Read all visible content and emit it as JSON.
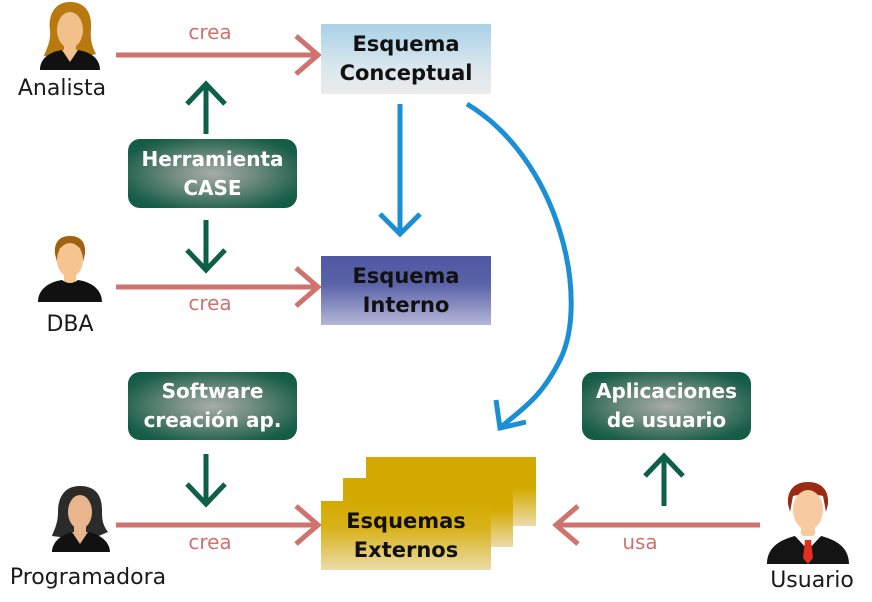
{
  "actors": {
    "analista": "Analista",
    "dba": "DBA",
    "programadora": "Programadora",
    "usuario": "Usuario"
  },
  "schemas": {
    "conceptual": [
      "Esquema",
      "Conceptual"
    ],
    "interno": [
      "Esquema",
      "Interno"
    ],
    "externos": [
      "Esquemas",
      "Externos"
    ]
  },
  "tools": {
    "case": [
      "Herramienta",
      "CASE"
    ],
    "software": [
      "Software",
      "creación ap."
    ],
    "aplicaciones": [
      "Aplicaciones",
      "de usuario"
    ]
  },
  "relations": {
    "analista_crea": "crea",
    "dba_crea": "crea",
    "programadora_crea": "crea",
    "usuario_usa": "usa"
  },
  "colors": {
    "relation_arrow": "#cf736e",
    "tool_arrow": "#0d6047",
    "schema_arrow": "#1b8fd6",
    "conceptual_fill_top": "#a9d1e6",
    "interno_fill_top": "#5058a3",
    "externos_fill_top": "#d4aa00"
  }
}
